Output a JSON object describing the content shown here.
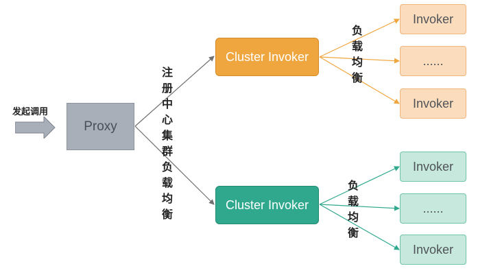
{
  "invoke_label": "发起调用",
  "proxy": {
    "label": "Proxy"
  },
  "registry_label": "注册中心集群负载均衡",
  "clusters": [
    {
      "label": "Cluster Invoker",
      "color": "#f0a63f",
      "load_balance_label": "负载均衡",
      "invokers": [
        "Invoker",
        "......",
        "Invoker"
      ]
    },
    {
      "label": "Cluster Invoker",
      "color": "#2fa88d",
      "load_balance_label": "负载均衡",
      "invokers": [
        "Invoker",
        "......",
        "Invoker"
      ]
    }
  ],
  "colors": {
    "proxy_fill": "#a9afb8",
    "orange_invoker_fill": "#fbdcbd",
    "green_invoker_fill": "#c7e8dc",
    "arrow_gray": "#707070",
    "arrow_orange": "#f0a63f",
    "arrow_green": "#2fa88d"
  }
}
